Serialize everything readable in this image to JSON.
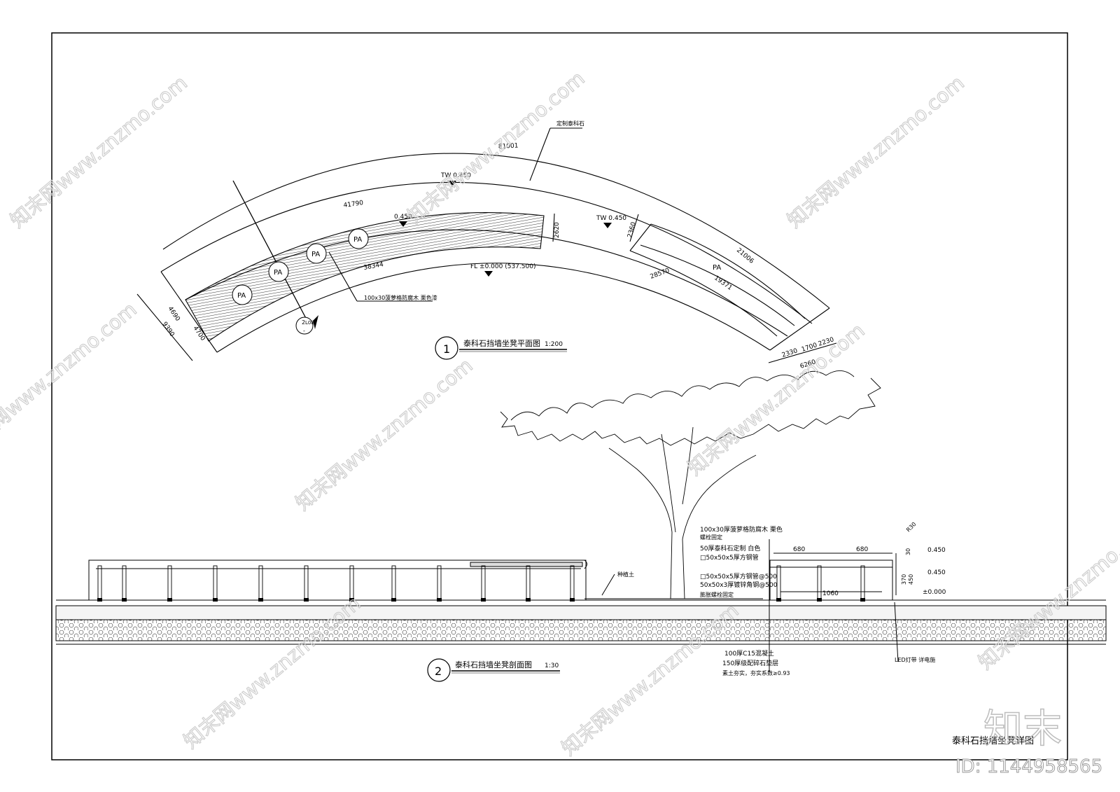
{
  "sheet_title": "泰科石挡墙坐凳详图",
  "views": {
    "plan": {
      "number": "1",
      "title": "泰科石挡墙坐凳平面图",
      "scale": "1:200"
    },
    "section": {
      "number": "2",
      "title": "泰科石挡墙坐凳剖面图",
      "scale": "1:30"
    }
  },
  "plan_dimensions": {
    "outer_arc": "81001",
    "inner_arc_top": "41790",
    "inner_arc_bottom": "38344",
    "outer_arc_right": "28570",
    "right_a": "21006",
    "right_b": "19371",
    "width_a": "2620",
    "width_b": "2360",
    "left_a": "4690",
    "left_b": "4700",
    "left_total": "9390",
    "end_1": "2330",
    "end_2": "1700",
    "end_3": "2230",
    "end_total": "6260"
  },
  "plan_labels": {
    "custom_stone": "定制泰科石",
    "tw_left": "TW 0.450",
    "tw_right": "TW 0.450",
    "seat_level": "0.450",
    "fl": "FL ±0.000 (537.500)",
    "wood_note": "100x30菠萝格防腐木 栗色漆",
    "pa_1": "PA",
    "pa_2": "PA",
    "pa_3": "PA",
    "pa_4": "PA",
    "pa_5": "PA",
    "section_tag_top": "2",
    "section_tag_bottom": "-",
    "section_tag_side": "L08"
  },
  "section_labels": {
    "planting_soil": "种植土",
    "led": "LED灯带  详电施",
    "note_wood_1": "100x30厚菠萝格防腐木  栗色",
    "note_wood_2": "螺栓固定",
    "note_stone": "50厚泰科石定制  白色",
    "note_tube": "□50x50x5厚方钢管",
    "note_tube_500": "□50x50x5厚方钢管@500",
    "note_angle": "50x50x3厚镀锌角钢@500",
    "note_bolt": "膨胀螺栓固定",
    "note_concrete": "100厚C15混凝土",
    "note_gravel": "150厚级配碎石垫层",
    "note_soil": "素土夯实，夯实系数≥0.93",
    "dim_680_a": "680",
    "dim_680_b": "680",
    "dim_1060": "1060",
    "dim_30": "30",
    "dim_370": "370",
    "dim_450": "450",
    "radius": "R30",
    "level_top": "0.450",
    "level_mid": "0.450",
    "level_zero": "±0.000"
  },
  "watermarks": {
    "site_text": "知末网www.znzmo.com",
    "brand": "知末",
    "id_text": "ID: 1144958565"
  }
}
